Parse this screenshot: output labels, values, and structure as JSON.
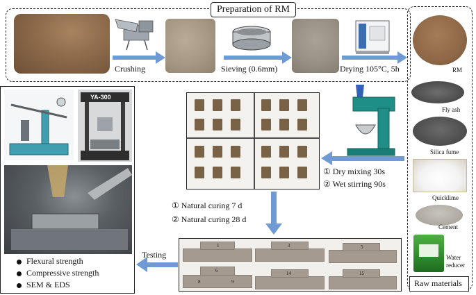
{
  "title": "Preparation of RM",
  "steps": {
    "crushing": "Crushing",
    "sieving": "Sieving (0.6mm)",
    "drying": "Drying 105°C, 5h",
    "rm": "RM"
  },
  "mixing": {
    "step1": "① Dry mixing 30s",
    "step2": "② Wet stirring 90s"
  },
  "curing": {
    "step1": "① Natural curing 7 d",
    "step2": "② Natural curing 28 d"
  },
  "testing": {
    "label": "Testing",
    "items": [
      "Flexural strength",
      "Compressive strength",
      "SEM & EDS"
    ],
    "machine_label": "YA-300"
  },
  "raw_materials": {
    "title": "Raw materials",
    "items": [
      "Fly ash",
      "Silica fume",
      "Quicklime",
      "Cement",
      "Water\nreducer"
    ]
  },
  "bar_labels": [
    "1",
    "3",
    "5",
    "6",
    "8",
    "9",
    "14",
    "15"
  ],
  "colors": {
    "arrow": "#6f9ad3",
    "soil": "#8a6a4c",
    "sample": "#7a6247",
    "bar": "#a49a8f"
  }
}
